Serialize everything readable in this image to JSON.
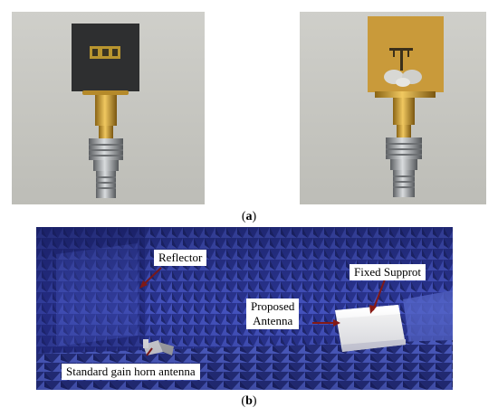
{
  "panel_a": {
    "caption_open": "(",
    "caption_letter": "a",
    "caption_close": ")"
  },
  "panel_b": {
    "caption_open": "(",
    "caption_letter": "b",
    "caption_close": ")",
    "labels": {
      "reflector": "Reflector",
      "fixed_support": "Fixed Supprot",
      "proposed_antenna": "Proposed\nAntenna",
      "horn_antenna": "Standard gain horn antenna"
    }
  },
  "colors": {
    "photo_background": "#c9c9c3",
    "substrate_dark": "#2e2f30",
    "substrate_gold": "#c99a3a",
    "connector_gold": "#c8962a",
    "steel": "#9a9ea2",
    "chamber_absorber": "#2f3a9a",
    "callout_arrow": "#8a1a14"
  }
}
